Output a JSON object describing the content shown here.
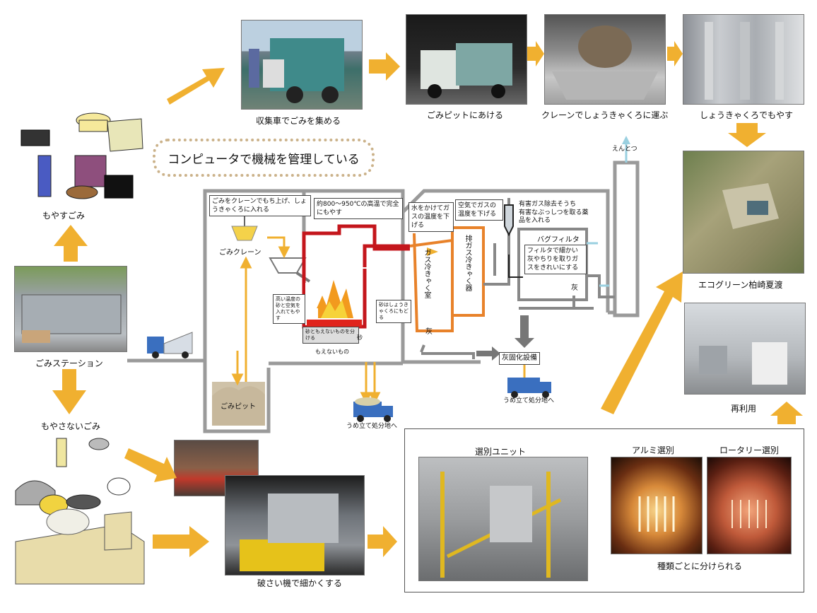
{
  "title": "コンピュータで機械を管理している",
  "labels": {
    "moyasu": "もやすごみ",
    "station": "ごみステーション",
    "moyasanai": "もやさないごみ",
    "collect": "収集車でごみを集める",
    "pit_open": "ごみピットにあける",
    "crane_carry": "クレーンでしょうきゃくろに運ぶ",
    "burn": "しょうきゃくろでもやす",
    "ecogreen": "エコグリーン柏崎夏渡",
    "recycle": "再利用",
    "crush": "破さい機で細かくする",
    "sort_unit": "選別ユニット",
    "alumi": "アルミ選別",
    "rotary": "ロータリー選別",
    "sort_kind": "種類ごとに分けられる",
    "chimney": "えんとつ",
    "crane_note": "ごみをクレーンでもち上げ、しょうきゃくろに入れる",
    "gomi_crane": "ごみクレーン",
    "gomi_pit": "ごみピット",
    "burn_note": "約800〜950℃の高温で完全にもやす",
    "water_note": "水をかけてガスの温度を下げる",
    "air_note": "空気でガスの温度を下げる",
    "harmful": "有害ガス除去そうち",
    "harmful_sub": "有害なぶっしつを取る薬品を入れる",
    "bag": "バグフィルタ",
    "bag_note": "フィルタで細かい灰やちりを取りガスをきれいにする",
    "gas_cool_room": "ガス冷きゃく室",
    "exhaust_cool": "排ガス冷きゃく器",
    "ash": "灰",
    "ash2": "灰",
    "ash_fix": "灰固化設備",
    "landfill1": "うめ立て処分地へ",
    "landfill2": "うめ立て処分地へ",
    "sand_note": "高い温度の砂と空気を入れてもやす",
    "sand_return": "砂はしょうきゃくろにもどる",
    "sand_sep": "砂ともえないものを分ける",
    "sand": "砂",
    "moenai": "もえないもの"
  },
  "colors": {
    "arrow": "#f0b030",
    "furnace_red": "#c4161c",
    "cool_orange": "#e8822a",
    "pipe_gray": "#999999"
  }
}
